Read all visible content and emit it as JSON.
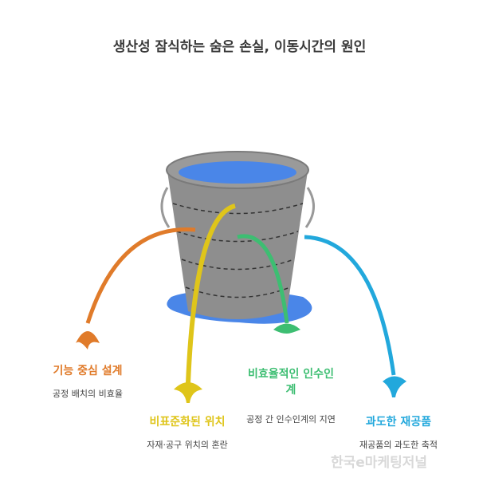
{
  "title": "생산성 잠식하는 숨은 손실, 이동시간의 원인",
  "items": [
    {
      "label": "기능 중심 설계",
      "desc": "공정 배치의 비효율",
      "color": "#E07B2A"
    },
    {
      "label": "비표준화된 위치",
      "desc": "자재·공구 위치의 혼란",
      "color": "#DFC51A"
    },
    {
      "label": "비효율적인 인수인계",
      "desc": "공정 간 인수인계의 지연",
      "color": "#3DBE72"
    },
    {
      "label": "과도한 재공품",
      "desc": "재공품의 과도한 축적",
      "color": "#22A8DC"
    }
  ],
  "watermark": "한국e마케팅저널"
}
